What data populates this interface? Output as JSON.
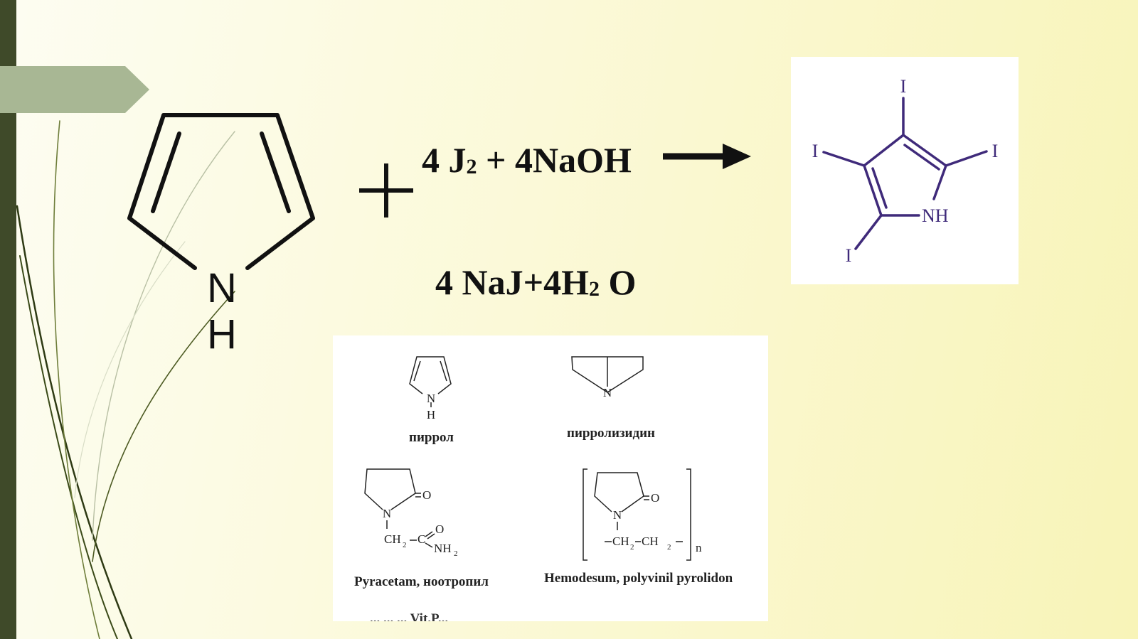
{
  "equation": {
    "reagents": {
      "prefix": "4 J",
      "sub": "2",
      "suffix": " + 4NaOH"
    },
    "products": {
      "prefix": "4 NaJ+4H",
      "sub": "2",
      "suffix": " O"
    }
  },
  "pyrrole_large": {
    "n_label": "N",
    "h_label": "H"
  },
  "tetraiodopyrrole": {
    "iodine_label": "I",
    "nh_label": "NH"
  },
  "reference_panel": {
    "pyrrole": {
      "caption": "пиррол",
      "n": "N",
      "h": "H"
    },
    "pyrrolizidine": {
      "caption": "пирролизидин",
      "n": "N"
    },
    "piracetam": {
      "caption": "Pyracetam, ноотропил",
      "n": "N",
      "o": "O",
      "ch": "CH",
      "two": "2",
      "c": "C",
      "nh": "NH"
    },
    "hemodesum": {
      "caption": "Hemodesum, polyvinil pyrolidon",
      "n": "N",
      "o": "O",
      "ch": "CH",
      "two": "2",
      "sub_n": "n"
    },
    "cut_off_caption": "... ... ... Vit.P..."
  },
  "colors": {
    "background": "#fbf9d8",
    "left_bar": "#3f4a29",
    "ribbon": "#a8b794",
    "iodo_structure": "#3f2a7a",
    "ink": "#111111"
  }
}
